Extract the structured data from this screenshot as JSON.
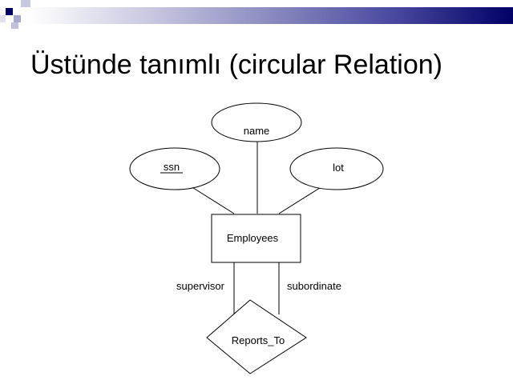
{
  "slide": {
    "title": "Üstünde tanımlı (circular Relation)"
  },
  "diagram": {
    "entity": "Employees",
    "attributes": [
      {
        "label": "ssn",
        "key": true
      },
      {
        "label": "name",
        "key": false
      },
      {
        "label": "lot",
        "key": false
      }
    ],
    "relationship": "Reports_To",
    "roles": {
      "left": "supervisor",
      "right": "subordinate"
    }
  },
  "colors": {
    "accent": "#000066"
  }
}
